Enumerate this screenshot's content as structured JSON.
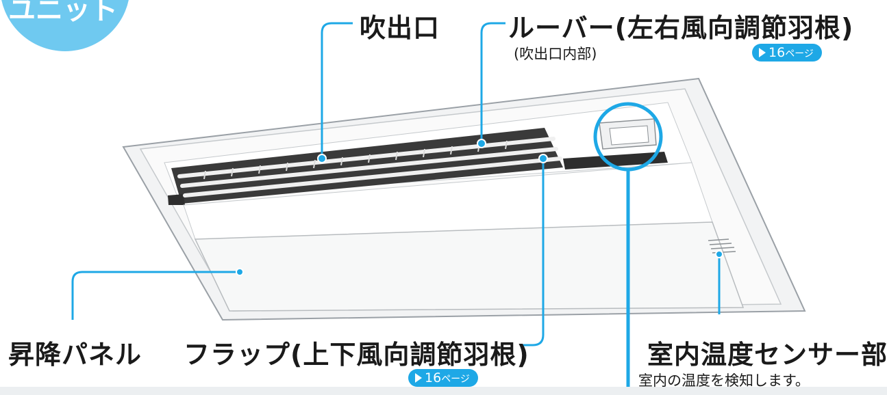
{
  "section_tab": {
    "text": "ユニット",
    "color": "#6fc9f0"
  },
  "labels": {
    "outlet": "吹出口",
    "louver": "ルーバー(左右風向調節羽根)",
    "louver_note": "(吹出口内部)",
    "panel": "昇降パネル",
    "flap": "フラップ(上下風向調節羽根)",
    "sensor": "室内温度センサー部",
    "sensor_note": "室内の温度を検知します。"
  },
  "page_refs": {
    "louver": {
      "num": "16",
      "suffix": "ページ"
    },
    "flap": {
      "num": "16",
      "suffix": "ページ"
    }
  },
  "colors": {
    "leader": "#1ea8e6",
    "badge": "#1ea8e6",
    "panel_edge": "#9aa0a6",
    "outlet_dark": "#3a3a3a"
  }
}
